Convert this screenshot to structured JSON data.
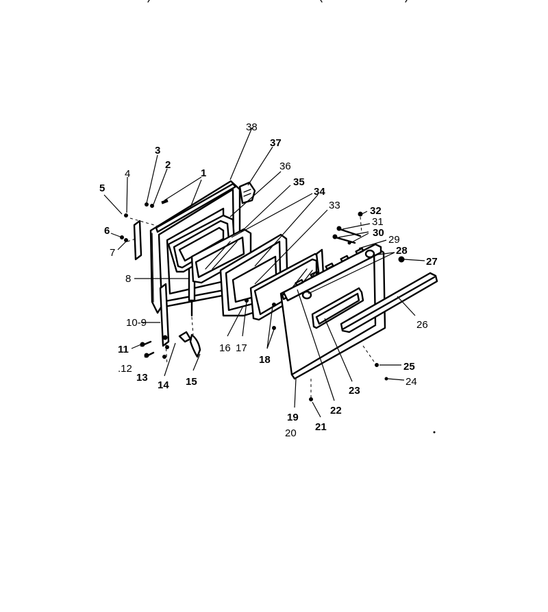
{
  "diagram": {
    "type": "exploded-parts-view",
    "labels": {
      "p1": "1",
      "p2": "2",
      "p3": "3",
      "p4": "4",
      "p5": "5",
      "p6": "6",
      "p7": "7",
      "p8": "8",
      "p10_9": "10-9",
      "p11": "11",
      "p12": ".12",
      "p13": "13",
      "p14": "14",
      "p15": "15",
      "p16": "16",
      "p17": "17",
      "p18": "18",
      "p19": "19",
      "p20": "20",
      "p21": "21",
      "p22": "22",
      "p23": "23",
      "p24": "24",
      "p25": "25",
      "p26": "26",
      "p27": "27",
      "p28": "28",
      "p29": "29",
      "p30": "30",
      "p31": "31",
      "p32": "32",
      "p33": "33",
      "p34": "34",
      "p35": "35",
      "p36": "36",
      "p37": "37",
      "p38": "38"
    }
  }
}
